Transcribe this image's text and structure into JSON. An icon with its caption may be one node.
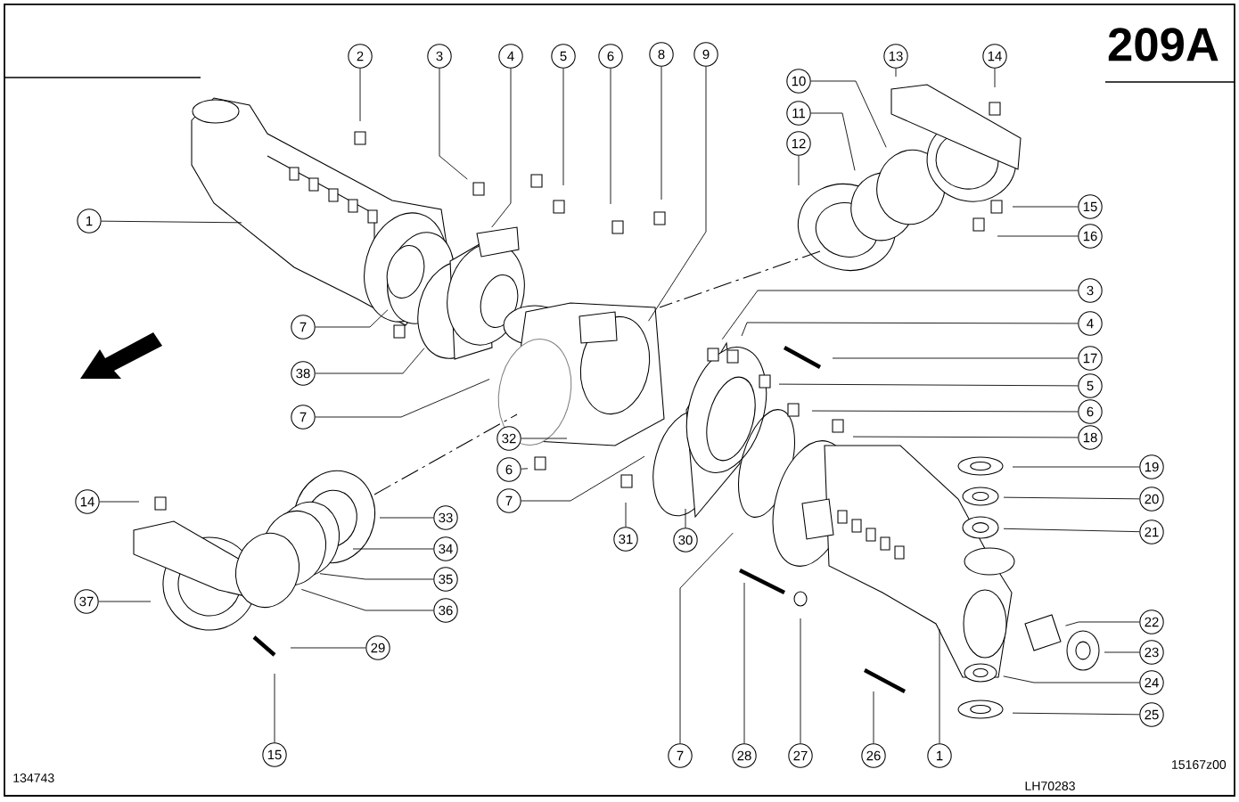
{
  "diagram": {
    "nodes": [
      {
        "text": [
          "2"
        ]
      },
      {
        "text": [
          "3"
        ]
      },
      {
        "text": [
          "4"
        ]
      },
      {
        "text": [
          "5"
        ]
      },
      {
        "text": [
          "6"
        ]
      },
      {
        "text": [
          "8"
        ]
      },
      {
        "text": [
          "9"
        ]
      },
      {
        "text": [
          "13"
        ]
      },
      {
        "text": [
          "14"
        ]
      },
      {
        "text": [
          "10"
        ]
      },
      {
        "text": [
          "11"
        ]
      },
      {
        "text": [
          "12"
        ]
      },
      {
        "text": [
          "1"
        ]
      },
      {
        "text": [
          "15"
        ]
      },
      {
        "text": [
          "16"
        ]
      },
      {
        "text": [
          "3"
        ]
      },
      {
        "text": [
          "4"
        ]
      },
      {
        "text": [
          "7"
        ]
      },
      {
        "text": [
          "17"
        ]
      },
      {
        "text": [
          "38"
        ]
      },
      {
        "text": [
          "5"
        ]
      },
      {
        "text": [
          "6"
        ]
      },
      {
        "text": [
          "7"
        ]
      },
      {
        "text": [
          "32"
        ]
      },
      {
        "text": [
          "18"
        ]
      },
      {
        "text": [
          "19"
        ]
      },
      {
        "text": [
          "6"
        ]
      },
      {
        "text": [
          "20"
        ]
      },
      {
        "text": [
          "7"
        ]
      },
      {
        "text": [
          "14"
        ]
      },
      {
        "text": [
          "33"
        ]
      },
      {
        "text": [
          "21"
        ]
      },
      {
        "text": [
          "31"
        ]
      },
      {
        "text": [
          "30"
        ]
      },
      {
        "text": [
          "34"
        ]
      },
      {
        "text": [
          "35"
        ]
      },
      {
        "text": [
          "37"
        ]
      },
      {
        "text": [
          "36"
        ]
      },
      {
        "text": [
          "22"
        ]
      },
      {
        "text": [
          "29"
        ]
      },
      {
        "text": [
          "23"
        ]
      },
      {
        "text": [
          "24"
        ]
      },
      {
        "text": [
          "25"
        ]
      },
      {
        "text": [
          "15"
        ]
      },
      {
        "text": [
          "7"
        ]
      },
      {
        "text": [
          "28"
        ]
      },
      {
        "text": [
          "27"
        ]
      },
      {
        "text": [
          "26"
        ]
      },
      {
        "text": [
          "1"
        ]
      }
    ],
    "edges": [
      {
        "from": 0,
        "to": null,
        "arrow": "none"
      },
      {
        "from": 1,
        "to": null,
        "arrow": "none"
      },
      {
        "from": 2,
        "to": null,
        "arrow": "none"
      },
      {
        "from": 3,
        "to": null,
        "arrow": "none"
      },
      {
        "from": 4,
        "to": null,
        "arrow": "none"
      },
      {
        "from": 5,
        "to": null,
        "arrow": "none"
      },
      {
        "from": 6,
        "to": null,
        "arrow": "none"
      },
      {
        "from": 7,
        "to": null,
        "arrow": "none"
      },
      {
        "from": 8,
        "to": null,
        "arrow": "none"
      },
      {
        "from": 9,
        "to": null,
        "arrow": "none"
      },
      {
        "from": 10,
        "to": null,
        "arrow": "none"
      },
      {
        "from": 11,
        "to": null,
        "arrow": "none"
      },
      {
        "from": 12,
        "to": null,
        "arrow": "none"
      },
      {
        "from": 13,
        "to": null,
        "arrow": "none"
      },
      {
        "from": 14,
        "to": null,
        "arrow": "none"
      },
      {
        "from": 15,
        "to": null,
        "arrow": "none"
      },
      {
        "from": 16,
        "to": null,
        "arrow": "none"
      },
      {
        "from": 17,
        "to": null,
        "arrow": "none"
      },
      {
        "from": 18,
        "to": null,
        "arrow": "none"
      },
      {
        "from": 19,
        "to": null,
        "arrow": "none"
      },
      {
        "from": 20,
        "to": null,
        "arrow": "none"
      },
      {
        "from": 21,
        "to": null,
        "arrow": "none"
      },
      {
        "from": 22,
        "to": null,
        "arrow": "none"
      },
      {
        "from": 23,
        "to": null,
        "arrow": "none"
      },
      {
        "from": 24,
        "to": null,
        "arrow": "none"
      },
      {
        "from": 25,
        "to": null,
        "arrow": "none"
      },
      {
        "from": 26,
        "to": null,
        "arrow": "none"
      },
      {
        "from": 27,
        "to": null,
        "arrow": "none"
      },
      {
        "from": 28,
        "to": null,
        "arrow": "none"
      },
      {
        "from": 29,
        "to": null,
        "arrow": "none"
      },
      {
        "from": 30,
        "to": null,
        "arrow": "none"
      },
      {
        "from": 31,
        "to": null,
        "arrow": "none"
      },
      {
        "from": 32,
        "to": null,
        "arrow": "none"
      },
      {
        "from": 33,
        "to": null,
        "arrow": "none"
      },
      {
        "from": 34,
        "to": null,
        "arrow": "none"
      },
      {
        "from": 35,
        "to": null,
        "arrow": "none"
      },
      {
        "from": 36,
        "to": null,
        "arrow": "none"
      },
      {
        "from": 37,
        "to": null,
        "arrow": "none"
      },
      {
        "from": 38,
        "to": null,
        "arrow": "none"
      },
      {
        "from": 39,
        "to": null,
        "arrow": "none"
      },
      {
        "from": 40,
        "to": null,
        "arrow": "none"
      },
      {
        "from": 41,
        "to": null,
        "arrow": "none"
      },
      {
        "from": 42,
        "to": null,
        "arrow": "none"
      },
      {
        "from": 43,
        "to": null,
        "arrow": "none"
      },
      {
        "from": 44,
        "to": null,
        "arrow": "none"
      },
      {
        "from": 45,
        "to": null,
        "arrow": "none"
      },
      {
        "from": 46,
        "to": null,
        "arrow": "none"
      },
      {
        "from": 47,
        "to": null,
        "arrow": "none"
      },
      {
        "from": 48,
        "to": null,
        "arrow": "none"
      }
    ],
    "labels": [
      "209A",
      "134743",
      "15167z00",
      "LH70283"
    ]
  }
}
